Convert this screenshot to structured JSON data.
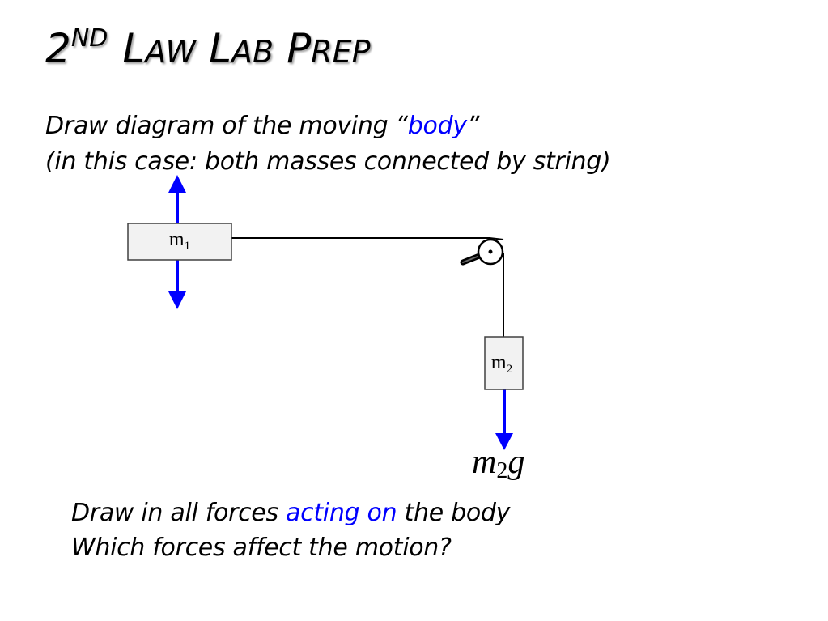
{
  "title": {
    "number": "2",
    "superscript": "ND",
    "words": [
      {
        "first": "L",
        "rest": "AW"
      },
      {
        "first": "L",
        "rest": "AB"
      },
      {
        "first": "P",
        "rest": "REP"
      }
    ]
  },
  "instructions": {
    "line1_prefix": "Draw diagram of the moving “",
    "line1_highlight": "body",
    "line1_suffix": "”",
    "line2": "(in this case: both masses connected by string)"
  },
  "diagram": {
    "mass1": {
      "base": "m",
      "subscript": "1"
    },
    "mass2": {
      "base": "m",
      "subscript": "2"
    },
    "weight_label": {
      "base": "m",
      "subscript": "2",
      "suffix": "g"
    },
    "colors": {
      "arrow": "#0000ff",
      "block_fill": "#f2f2f2",
      "block_stroke": "#404040",
      "string": "#000000"
    }
  },
  "prompts": {
    "line1_prefix": "Draw in all forces ",
    "line1_highlight": "acting on",
    "line1_suffix": " the body",
    "line2": "Which forces affect the motion?"
  }
}
